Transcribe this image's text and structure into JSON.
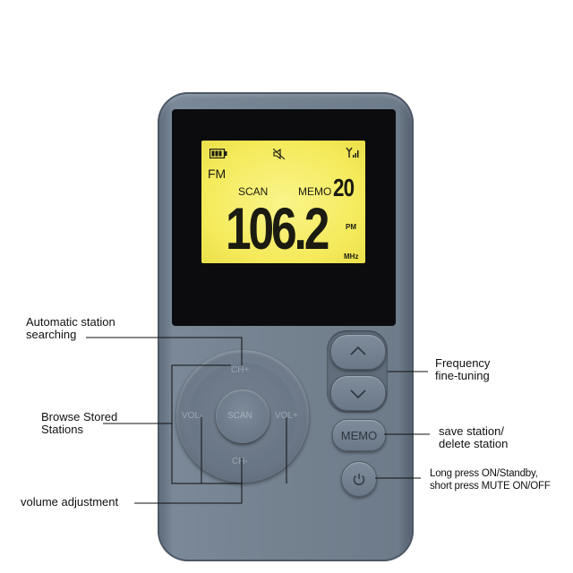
{
  "lcd": {
    "band": "FM",
    "scan": "SCAN",
    "memo": "MEMO",
    "memo_number": "20",
    "frequency": "106.2",
    "pm": "PM",
    "unit": "MHz",
    "icons": [
      "battery-icon",
      "mute-icon",
      "signal-icon"
    ]
  },
  "dial": {
    "up": "CH+",
    "down": "CH-",
    "left": "VOL-",
    "right": "VOL+",
    "center": "SCAN"
  },
  "buttons": {
    "memo": "MEMO",
    "up_icon": "chevron-up-icon",
    "down_icon": "chevron-down-icon",
    "power_icon": "power-icon"
  },
  "annotations": {
    "auto_search": [
      "Automatic station",
      "searching"
    ],
    "browse": [
      "Browse Stored",
      "Stations"
    ],
    "volume": "volume adjustment",
    "fine_tuning": [
      "Frequency",
      "fine-tuning"
    ],
    "save": [
      "save station/",
      "delete station"
    ],
    "power": [
      "Long press ON/Standby,",
      "short press MUTE ON/OFF"
    ]
  },
  "colors": {
    "lcd": "#f4ea5a",
    "body": "#74818f",
    "bezel": "#0c0c0e"
  }
}
